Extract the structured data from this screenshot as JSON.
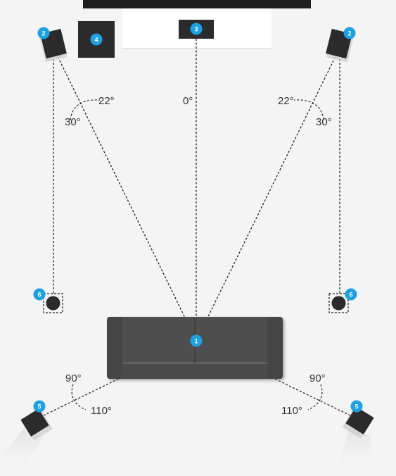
{
  "badges": {
    "listener": "1",
    "front_speakers": "2",
    "center_speaker": "3",
    "subwoofer": "4",
    "surround_speakers": "5",
    "height_speakers": "6"
  },
  "angles": {
    "center": "0°",
    "front_inner_left": "22°",
    "front_outer_left": "30°",
    "front_inner_right": "22°",
    "front_outer_right": "30°",
    "surround_inner_left": "90°",
    "surround_outer_left": "110°",
    "surround_inner_right": "90°",
    "surround_outer_right": "110°"
  },
  "colors": {
    "background": "#f4f4f4",
    "badge": "#1aa1e6",
    "speaker": "#2b2b2b",
    "tv_bar": "#1f1f1f",
    "tv_stand": "#ffffff",
    "sofa": "#4a4a4a"
  }
}
